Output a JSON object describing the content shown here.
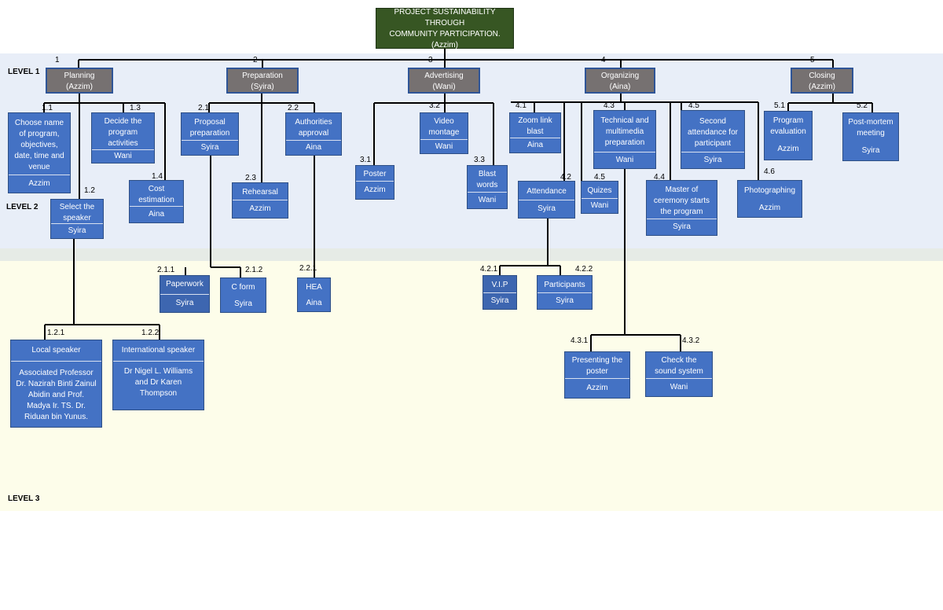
{
  "levels": {
    "l1": "LEVEL 1",
    "l2": "LEVEL 2",
    "l3": "LEVEL 3"
  },
  "root": {
    "line1": "PROJECT SUSTAINABILITY THROUGH",
    "line2": "COMMUNITY PARTICIPATION.",
    "owner": "(Azzim)"
  },
  "phases": [
    {
      "num": "1",
      "title": "Planning",
      "owner": "(Azzim)"
    },
    {
      "num": "2",
      "title": "Preparation",
      "owner": "(Syira)"
    },
    {
      "num": "3",
      "title": "Advertising",
      "owner": "(Wani)"
    },
    {
      "num": "4",
      "title": "Organizing",
      "owner": "(Aina)"
    },
    {
      "num": "5",
      "title": "Closing",
      "owner": "(Azzim)"
    }
  ],
  "tasks": {
    "t1_1": {
      "num": "1.1",
      "l1": "Choose name",
      "l2": "of program,",
      "l3": "objectives,",
      "l4": "date, time and",
      "l5": "venue",
      "owner": "Azzim"
    },
    "t1_2": {
      "num": "1.2",
      "l1": "Select the",
      "l2": "speaker",
      "owner": "Syira"
    },
    "t1_3": {
      "num": "1.3",
      "l1": "Decide the",
      "l2": "program",
      "l3": "activities",
      "owner": "Wani"
    },
    "t1_4": {
      "num": "1.4",
      "l1": "Cost",
      "l2": "estimation",
      "owner": "Aina"
    },
    "t2_1": {
      "num": "2.1",
      "l1": "Proposal",
      "l2": "preparation",
      "owner": "Syira"
    },
    "t2_2": {
      "num": "2.2",
      "l1": "Authorities",
      "l2": "approval",
      "owner": "Aina"
    },
    "t2_3": {
      "num": "2.3",
      "l1": "Rehearsal",
      "owner": "Azzim"
    },
    "t3_1": {
      "num": "3.1",
      "l1": "Poster",
      "owner": "Azzim"
    },
    "t3_2": {
      "num": "3.2",
      "l1": "Video",
      "l2": "montage",
      "owner": "Wani"
    },
    "t3_3": {
      "num": "3.3",
      "l1": "Blast",
      "l2": "words",
      "owner": "Wani"
    },
    "t4_1": {
      "num": "4.1",
      "l1": "Zoom link",
      "l2": "blast",
      "owner": "Aina"
    },
    "t4_2": {
      "num": "4.2",
      "l1": "Attendance",
      "owner": "Syira"
    },
    "t4_3": {
      "num": "4.3",
      "l1": "Technical and",
      "l2": "multimedia",
      "l3": "preparation",
      "owner": "Wani"
    },
    "t4_4": {
      "num": "4.4",
      "l1": "Master of",
      "l2": "ceremony starts",
      "l3": "the program",
      "owner": "Syira"
    },
    "t4_5": {
      "num": "4.5",
      "l1": "Quizes",
      "owner": "Wani"
    },
    "t4_5b": {
      "num": "4.5",
      "l1": "Second",
      "l2": "attendance for",
      "l3": "participant",
      "owner": "Syira"
    },
    "t4_6": {
      "num": "4.6",
      "l1": "Photographing",
      "owner": "Azzim"
    },
    "t5_1": {
      "num": "5.1",
      "l1": "Program",
      "l2": "evaluation",
      "owner": "Azzim"
    },
    "t5_2": {
      "num": "5.2",
      "l1": "Post-mortem",
      "l2": "meeting",
      "owner": "Syira"
    },
    "t1_2_1": {
      "num": "1.2.1",
      "l1": "Local speaker",
      "d1": "Associated Professor",
      "d2": "Dr. Nazirah Binti Zainul",
      "d3": "Abidin and Prof.",
      "d4": "Madya Ir. TS. Dr.",
      "d5": "Riduan bin Yunus."
    },
    "t1_2_2": {
      "num": "1.2.2",
      "l1": "International speaker",
      "d1": "Dr Nigel L. Williams",
      "d2": "and Dr Karen",
      "d3": "Thompson"
    },
    "t2_1_1": {
      "num": "2.1.1",
      "l1": "Paperwork",
      "owner": "Syira"
    },
    "t2_1_2": {
      "num": "2.1.2",
      "l1": "C form",
      "owner": "Syira"
    },
    "t2_2_1": {
      "num": "2.2.1",
      "l1": "HEA",
      "owner": "Aina"
    },
    "t4_2_1": {
      "num": "4.2.1",
      "l1": "V.I.P",
      "owner": "Syira"
    },
    "t4_2_2": {
      "num": "4.2.2",
      "l1": "Participants",
      "owner": "Syira"
    },
    "t4_3_1": {
      "num": "4.3.1",
      "l1": "Presenting the",
      "l2": "poster",
      "owner": "Azzim"
    },
    "t4_3_2": {
      "num": "4.3.2",
      "l1": "Check the",
      "l2": "sound system",
      "owner": "Wani"
    }
  },
  "colors": {
    "task": "#4472c4",
    "phase": "#767171",
    "root": "#375623",
    "level1_band": "#e8eef8",
    "level3_band": "#fdfdea"
  }
}
